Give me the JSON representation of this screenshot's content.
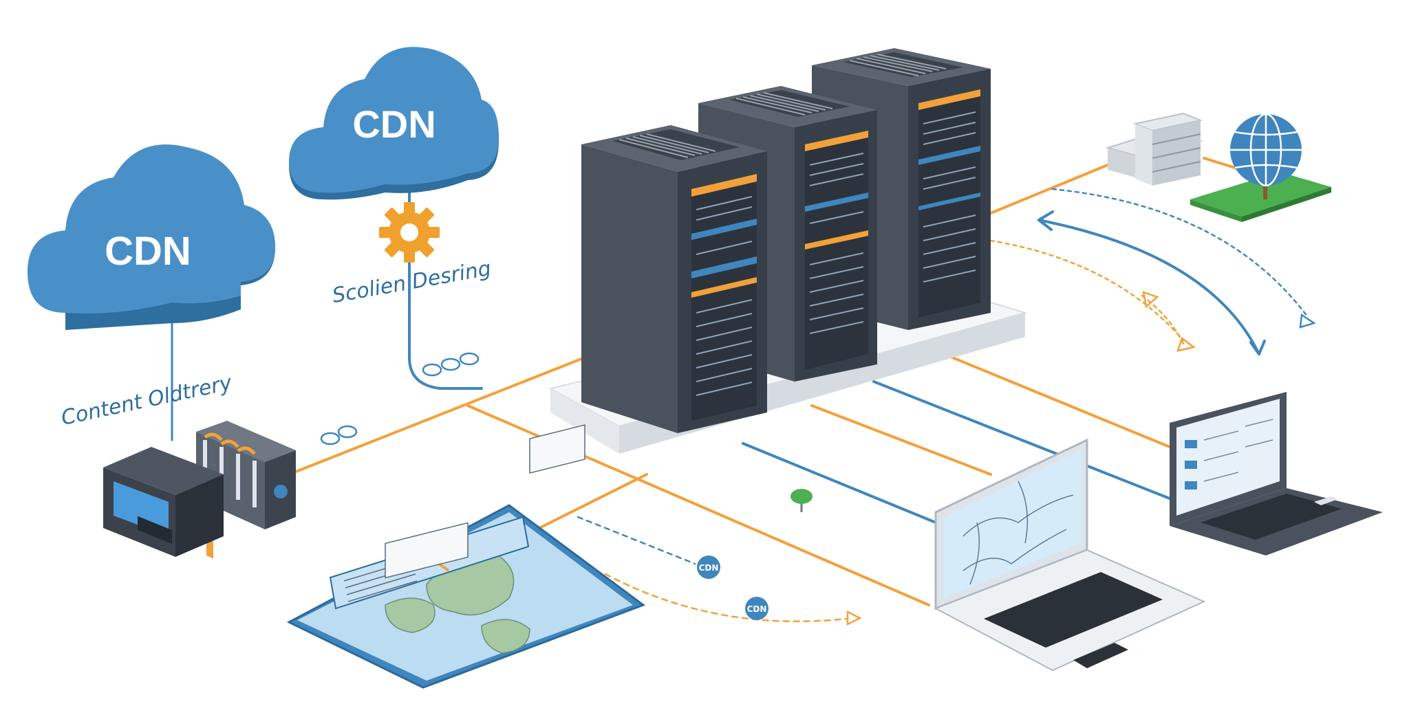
{
  "clouds": [
    {
      "label": "CDN",
      "caption": "Content Oldtrery"
    },
    {
      "label": "CDN",
      "caption": "Scolien Desring"
    }
  ],
  "badges": [
    "CDN",
    "CDN"
  ],
  "colors": {
    "cloud": "#3f86be",
    "cloud_light": "#5fa2d4",
    "server_body": "#4c5561",
    "server_dark": "#353c46",
    "accent_orange": "#f2a13a",
    "link_blue": "#3f86be",
    "gear": "#f0a02c",
    "globe": "#3f86be",
    "grass": "#4caf50",
    "caption": "#2f6e9e"
  },
  "icons": [
    "cloud-icon",
    "gear-icon",
    "server-rack-icon",
    "globe-icon",
    "laptop-icon",
    "map-pin-icon",
    "database-icon",
    "storage-array-icon",
    "map-tablet-icon"
  ]
}
